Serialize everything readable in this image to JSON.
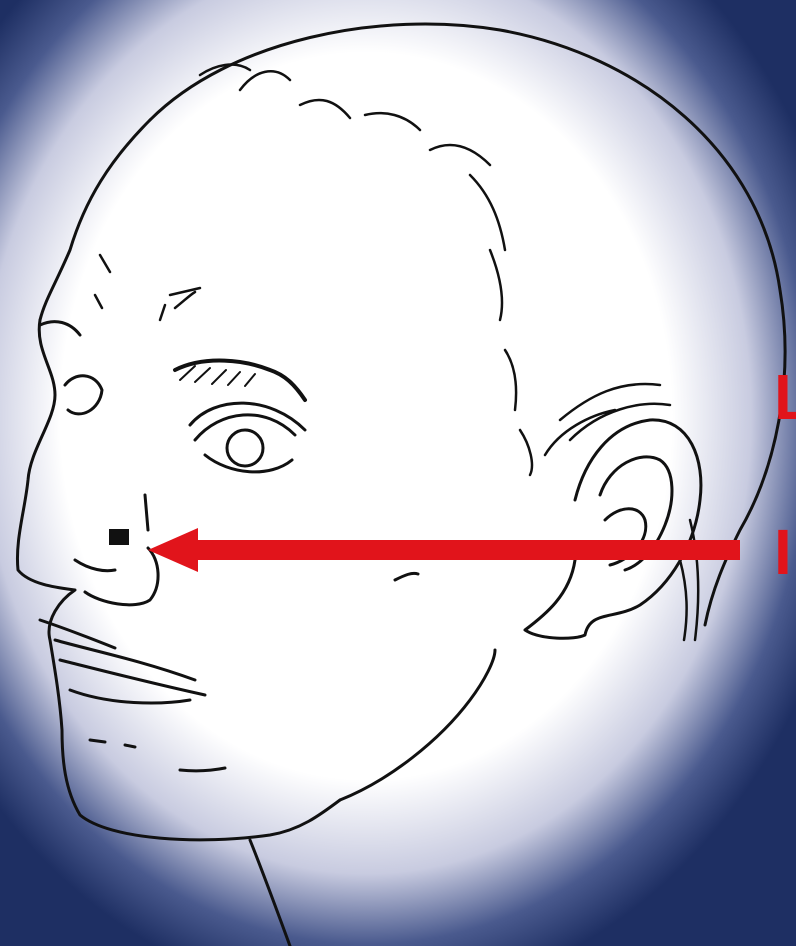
{
  "figure": {
    "label_upper": "L",
    "label_lower": "I"
  },
  "colors": {
    "arrow": "#e1141b",
    "ink": "#111111",
    "paper": "#ffffff",
    "background": "#1e2f63"
  },
  "icons": {
    "marker": "black-square-marker",
    "pointer": "red-arrow-left"
  }
}
